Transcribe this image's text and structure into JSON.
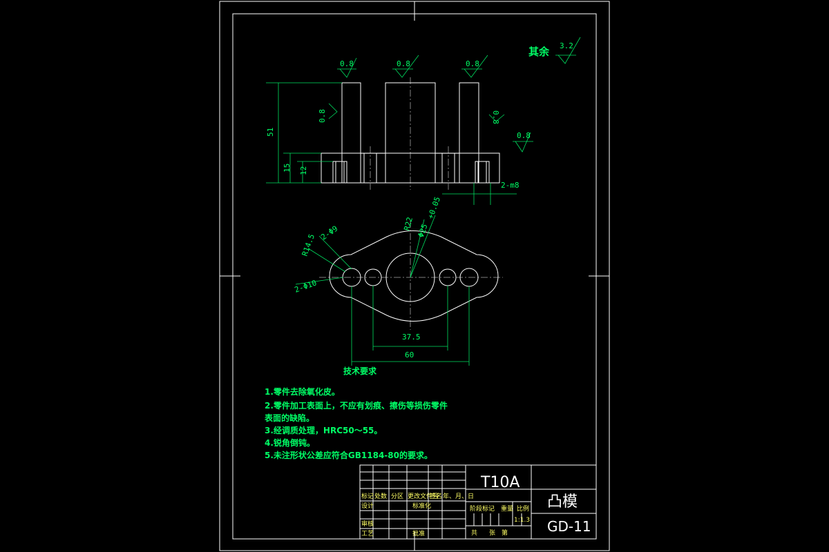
{
  "roughness": {
    "other_label": "其余",
    "other_value": "3.2",
    "top1": "0.8",
    "top2": "0.8",
    "top3": "0.8",
    "left": "0.8",
    "right": "0.8",
    "base": "0.8"
  },
  "dims": {
    "h51": "51",
    "h15": "15",
    "h12": "12",
    "m8": "2-m8",
    "r22": "R22",
    "d25": "Φ25",
    "d25_tol": "+0.05",
    "holes9": "2-Φ9",
    "r14": "R14.5",
    "holes10": "2-Φ10",
    "w375": "37.5",
    "w60": "60"
  },
  "notes": {
    "title": "技术要求",
    "items": [
      "1.零件去除氧化皮。",
      "2.零件加工表面上，不应有划痕、擦伤等损伤零件",
      "表面的缺陷。",
      "3.经调质处理，HRC50～55。",
      "4.锐角倒钝。",
      "5.未注形状公差应符合GB1184-80的要求。"
    ]
  },
  "titleblock": {
    "material": "T10A",
    "part_name": "凸模",
    "drawing_no": "GD-11",
    "row_headers": [
      "标记",
      "处数",
      "分区",
      "更改文件号",
      "签名",
      "年、月、日"
    ],
    "design": "设计",
    "standard": "标准化",
    "review": "审核",
    "process": "工艺",
    "approve": "批准",
    "stage": "阶段标记",
    "weight": "重量",
    "scale_label": "比例",
    "scale": "1:1.3",
    "sheets_total": "共",
    "sheets": "张",
    "sheet_no": "第"
  }
}
